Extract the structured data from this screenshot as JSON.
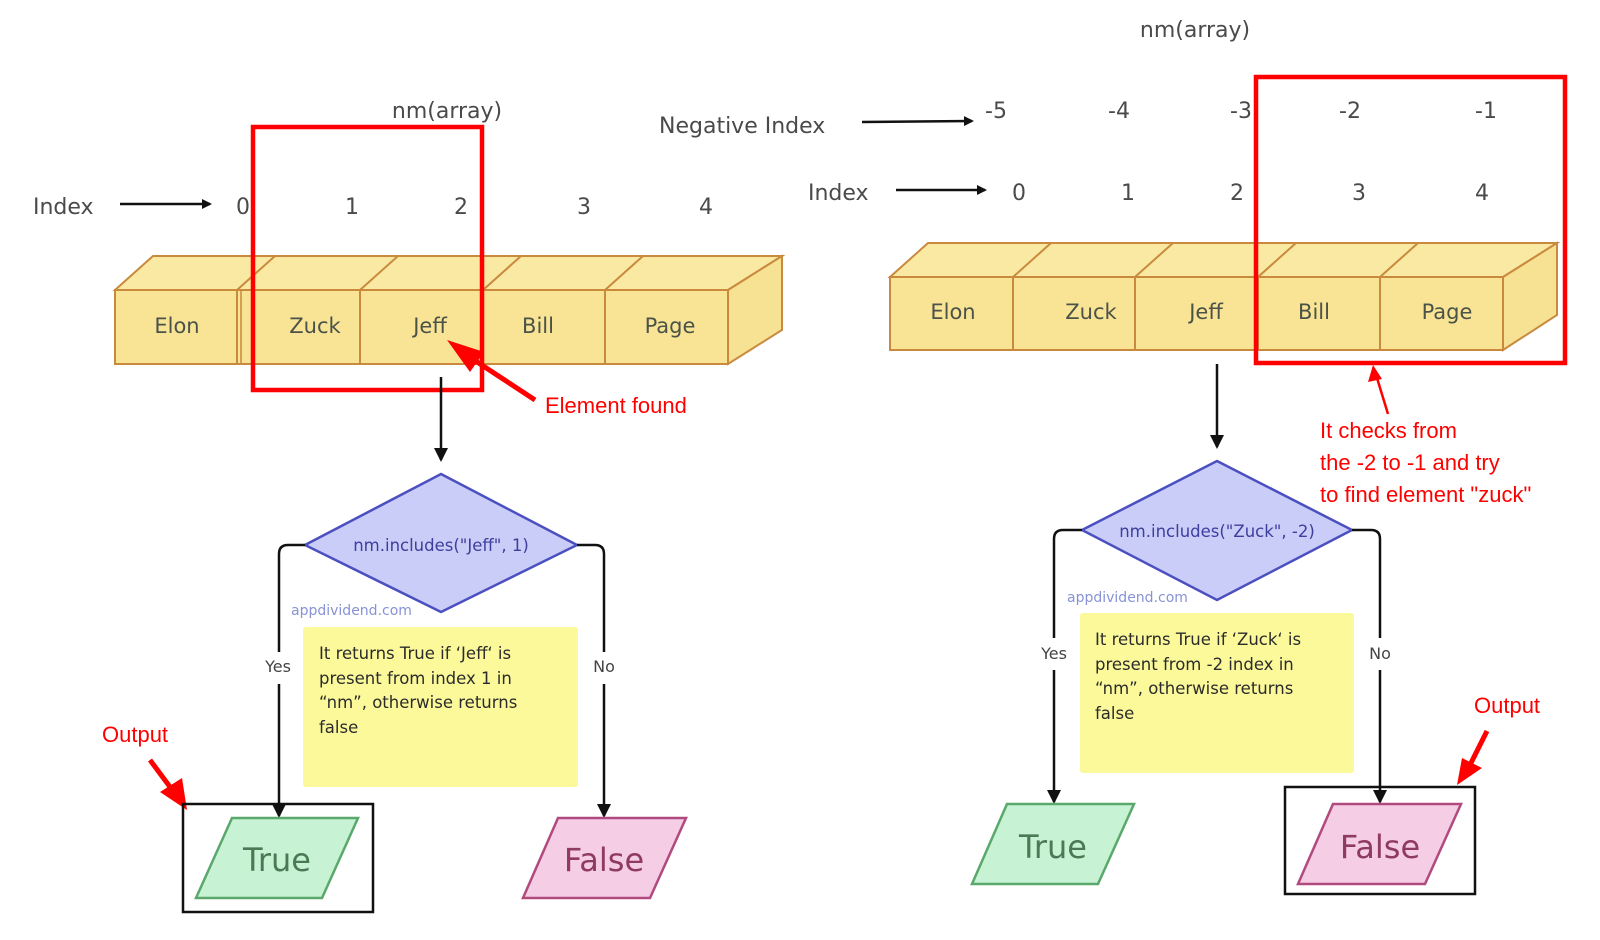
{
  "array_label": "nm(array)",
  "left_panel": {
    "title": "nm(array)",
    "index_label": "Index",
    "indices": [
      "0",
      "1",
      "2",
      "3",
      "4"
    ],
    "elements": [
      "Elon",
      "Zuck",
      "Jeff",
      "Bill",
      "Page"
    ],
    "highlight_annotation": "Element found",
    "condition": "nm.includes(\"Jeff\", 1)",
    "watermark": "appdividend.com",
    "note_lines": [
      "It returns True if ‘Jeff‘ is",
      "present from index 1 in",
      "“nm”, otherwise returns",
      "false"
    ],
    "yes_label": "Yes",
    "no_label": "No",
    "true_label": "True",
    "false_label": "False",
    "output_label": "Output",
    "highlighted_output": "True"
  },
  "right_panel": {
    "title": "nm(array)",
    "negative_index_label": "Negative Index",
    "negative_indices": [
      "-5",
      "-4",
      "-3",
      "-2",
      "-1"
    ],
    "index_label": "Index",
    "indices": [
      "0",
      "1",
      "2",
      "3",
      "4"
    ],
    "elements": [
      "Elon",
      "Zuck",
      "Jeff",
      "Bill",
      "Page"
    ],
    "annotation_lines": [
      "It checks from",
      "the -2 to -1 and try",
      "to find element \"zuck\""
    ],
    "condition": "nm.includes(\"Zuck\", -2)",
    "watermark": "appdividend.com",
    "note_lines": [
      "It returns True if ‘Zuck‘ is",
      "present from -2 index in",
      "“nm”, otherwise returns",
      "false"
    ],
    "yes_label": "Yes",
    "no_label": "No",
    "true_label": "True",
    "false_label": "False",
    "output_label": "Output",
    "highlighted_output": "False"
  },
  "colors": {
    "cell_fill": "#f9e496",
    "cell_stroke": "#c98a3e",
    "highlight_red": "#ff0000",
    "decision_fill": "#c9cdf7",
    "decision_stroke": "#4b4fc0",
    "note_fill": "#fbf99a",
    "true_fill": "#c8f2d4",
    "true_stroke": "#5aa86c",
    "false_fill": "#f5cde4",
    "false_stroke": "#b04a7f"
  }
}
